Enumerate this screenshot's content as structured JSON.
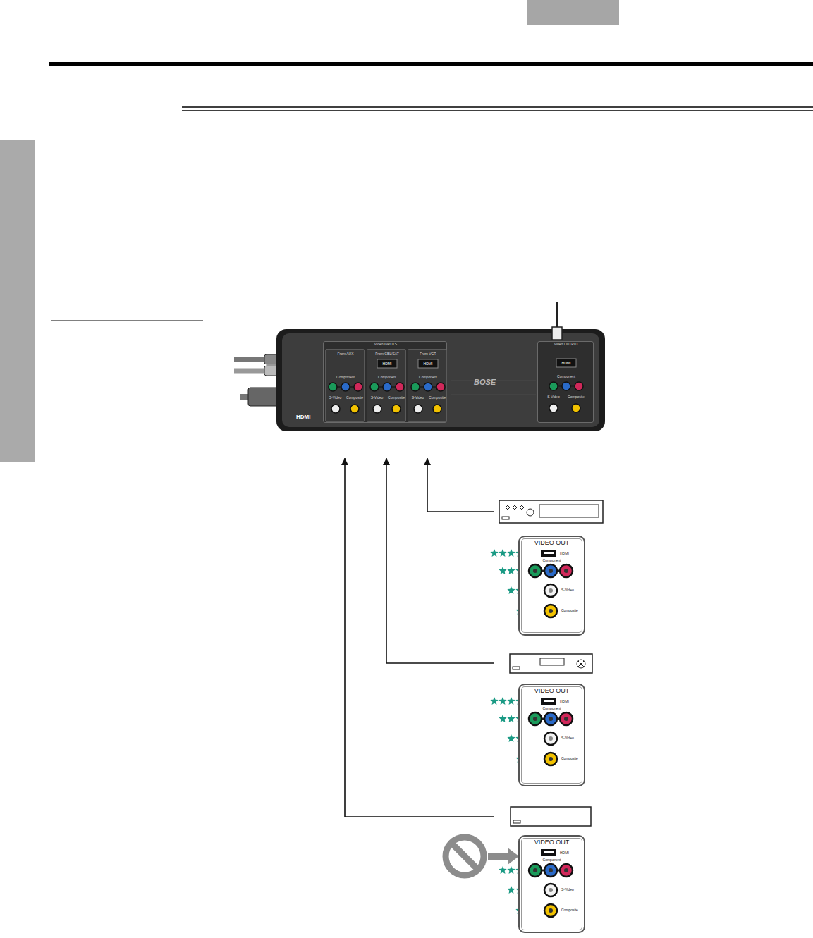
{
  "diagram": {
    "nodes": [
      {
        "text": [
          "BOSE",
          "HDMI"
        ]
      },
      {
        "text": [
          "Video INPUTS"
        ],
        "in": 0
      },
      {
        "text": [
          "From AUX",
          "Component",
          "S-Video",
          "Composite"
        ],
        "in": 1
      },
      {
        "text": [
          "From CBL/SAT",
          "HDMI",
          "Component",
          "S-Video",
          "Composite"
        ],
        "in": 1
      },
      {
        "text": [
          "From VCR",
          "HDMI",
          "Component",
          "S-Video",
          "Composite"
        ],
        "in": 1
      },
      {
        "text": [
          "Video OUTPUT",
          "HDMI",
          "Component",
          "S-Video",
          "Composite"
        ],
        "in": 0
      },
      {
        "text": [
          "VIDEO OUT",
          "HDMI",
          "Component",
          "S-Video",
          "Composite"
        ]
      },
      {
        "text": [
          "VIDEO OUT",
          "HDMI",
          "Component",
          "S-Video",
          "Composite"
        ]
      },
      {
        "text": [
          "VIDEO OUT",
          "HDMI",
          "Component",
          "S-Video",
          "Composite"
        ]
      }
    ],
    "edges": [
      {
        "from": 6,
        "to": 4,
        "arrow": "to"
      },
      {
        "from": 7,
        "to": 3,
        "arrow": "to"
      },
      {
        "from": 8,
        "to": 2,
        "arrow": "to"
      }
    ]
  }
}
